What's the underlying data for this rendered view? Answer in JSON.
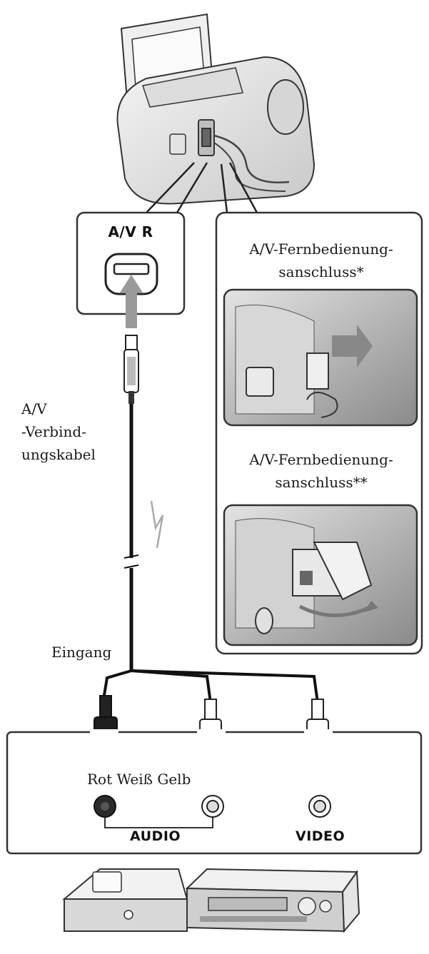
{
  "port_label": "A/V R",
  "remote_port_label_1": "A/V-Fernbedienung-\nsanschluss*",
  "remote_port_label_2": "A/V-Fernbedienung-\nsanschluss**",
  "cable_label": "A/V\n-Verbind-\nungskabel",
  "input_label": "Eingang",
  "colors_label": "Rot Weiß Gelb",
  "audio_label": "AUDIO",
  "video_label": "VIDEO"
}
